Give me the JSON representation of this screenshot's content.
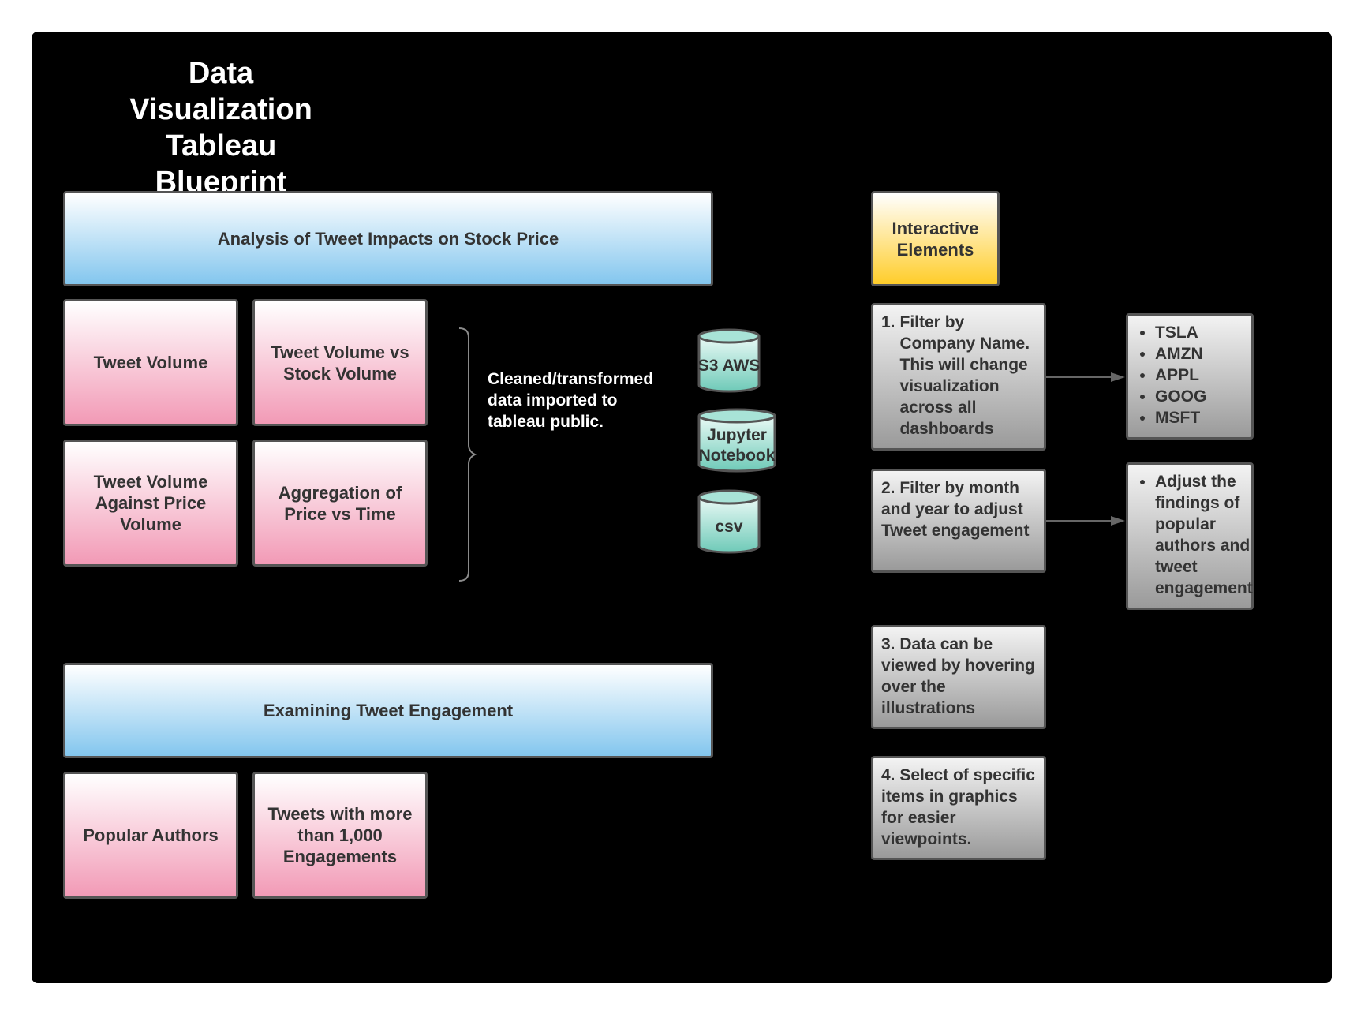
{
  "title": {
    "line1": "Data Visualization",
    "line2": "Tableau Blueprint"
  },
  "sections": {
    "stock_header": "Analysis of Tweet Impacts on Stock Price",
    "engagement_header": "Examining Tweet Engagement"
  },
  "stock_boxes": {
    "tweet_volume": "Tweet Volume",
    "tweet_volume_vs_stock": "Tweet Volume vs Stock Volume",
    "tweet_volume_against_price": "Tweet Volume Against Price Volume",
    "aggregation_price_time": "Aggregation of Price vs Time"
  },
  "engagement_boxes": {
    "popular_authors": "Popular Authors",
    "tweets_1000": "Tweets with more than 1,000 Engagements"
  },
  "data_note": "Cleaned/transformed data imported to tableau public.",
  "data_sources": {
    "s3": "S3 AWS",
    "jupyter": "Jupyter Notebook",
    "csv": "csv"
  },
  "interactive": {
    "header": "Interactive Elements",
    "item1_num": "1.",
    "item1_text": "Filter by Company Name. This will change visualization across all dashboards",
    "item2": "2. Filter by month and year to adjust Tweet engagement",
    "item3": "3. Data can be viewed by hovering over the illustrations",
    "item4": "4. Select of specific items in graphics for easier viewpoints."
  },
  "companies": [
    "TSLA",
    "AMZN",
    "APPL",
    "GOOG",
    "MSFT"
  ],
  "engagement_note": "Adjust the findings of popular authors and tweet engagement",
  "colors": {
    "background": "#000000",
    "header_blue": "#83c6ee",
    "box_pink": "#f29ab6",
    "box_yellow": "#ffcd2a",
    "cylinder_teal": "#7fd0bf",
    "box_gray": "#9a9a9a"
  }
}
